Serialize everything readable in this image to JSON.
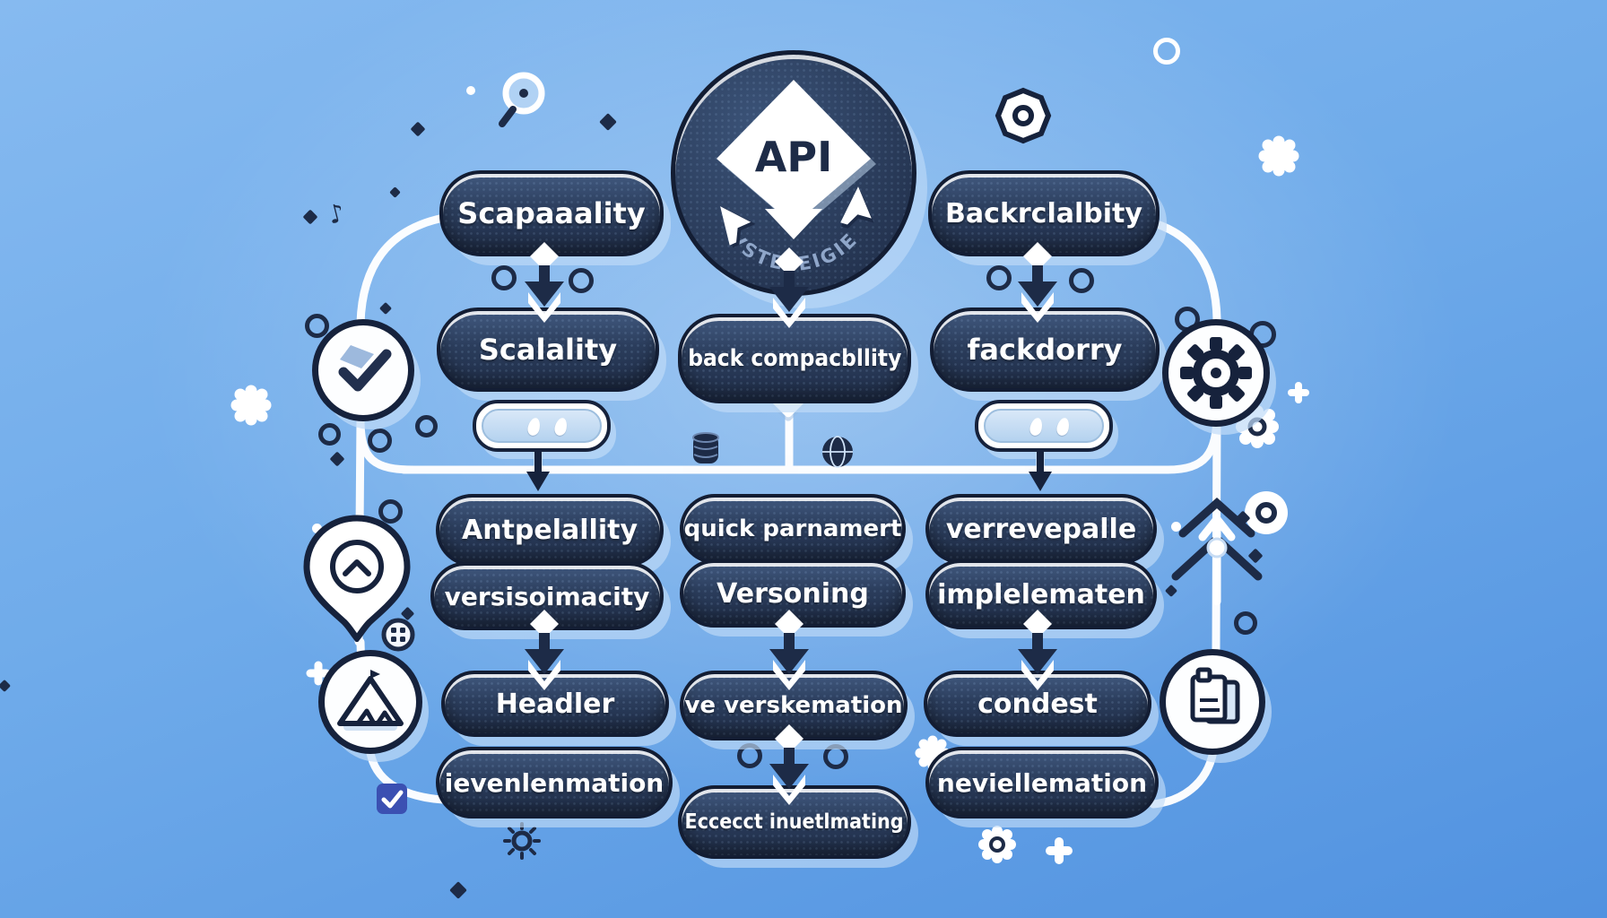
{
  "hub": {
    "label": "API",
    "ribbon": "VSTETEIGIE"
  },
  "boxes": {
    "left1": "Scapaaality",
    "left2": "Scalality",
    "left3": "Antpelallity",
    "left4": "versisoimacity",
    "left5": "Headler",
    "left6": "ievenlenmation",
    "center2": "back compacbllity",
    "center3": "quick parnamert",
    "center4": "Versoning",
    "center5": "ve verskemation",
    "center6": "Eccecct inuetlmating",
    "right1": "Backrclalbity",
    "right2": "fackdorry",
    "right3": "verrevepalle",
    "right4": "implelematen",
    "right5": "condest",
    "right6": "neviellemation"
  },
  "colors": {
    "background_top": "#86baf0",
    "background_bottom": "#5192e0",
    "node_fill": "#2b3d5c",
    "node_border": "#131d33",
    "node_text": "#ffffff",
    "connector": "#ffffff",
    "accent_navy": "#1d2b47",
    "halo": "#c1dcf8"
  },
  "icons": [
    "search-icon",
    "hex-nut-icon",
    "check-badge-icon",
    "location-pin-icon",
    "mountain-icon",
    "gear-icon",
    "chevrons-up-icon",
    "document-copy-icon",
    "database-icon",
    "globe-icon",
    "button-icon",
    "checkbox-icon",
    "toggle-icon",
    "cursor-icon",
    "flower-icon",
    "plus-icon",
    "diamond-icon",
    "ring-icon",
    "gear-doodle-icon",
    "music-note-icon"
  ]
}
